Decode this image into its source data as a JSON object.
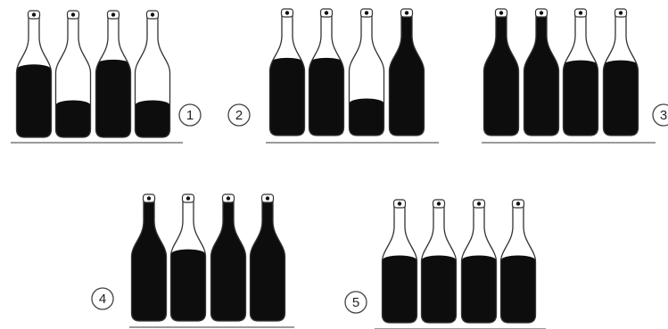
{
  "colors": {
    "liquid": "#0d0d0d",
    "outline": "#333333",
    "shelf": "#7a7a7a",
    "background": "#ffffff"
  },
  "groups": [
    {
      "label": "1",
      "fills": [
        0.58,
        0.28,
        0.62,
        0.28
      ]
    },
    {
      "label": "2",
      "fills": [
        0.62,
        0.62,
        0.28,
        1.0
      ]
    },
    {
      "label": "3",
      "fills": [
        1.0,
        1.0,
        0.6,
        0.6
      ]
    },
    {
      "label": "4",
      "fills": [
        1.0,
        0.57,
        1.0,
        1.0
      ]
    },
    {
      "label": "5",
      "fills": [
        0.55,
        0.55,
        0.55,
        0.55
      ]
    }
  ]
}
